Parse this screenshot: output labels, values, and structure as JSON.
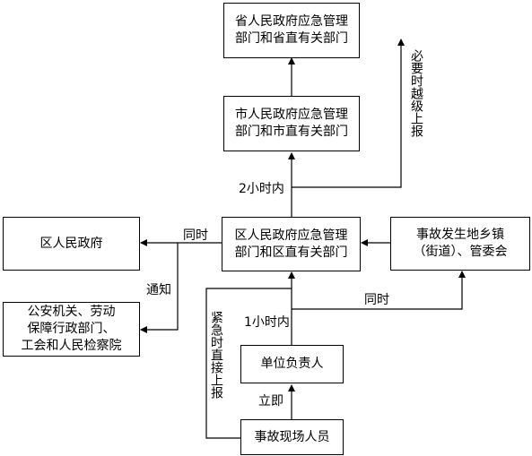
{
  "nodes": {
    "province": [
      "省人民政府应急管理",
      "部门和省直有关部门"
    ],
    "city": [
      "市人民政府应急管理",
      "部门和市直有关部门"
    ],
    "district_emergency": [
      "区人民政府应急管理",
      "部门和区直有关部门"
    ],
    "district_gov": [
      "区人民政府"
    ],
    "town": [
      "事故发生地乡镇",
      "（街道）、管委会"
    ],
    "agencies": [
      "公安机关、劳动",
      "保障行政部门、",
      "工会和人民检察院"
    ],
    "unit_head": [
      "单位负责人"
    ],
    "onsite_staff": [
      "事故现场人员"
    ]
  },
  "labels": {
    "two_hours": "2小时内",
    "bypass_report": "必要时越级上报",
    "simultaneous_left": "同时",
    "notify": "通知",
    "one_hour": "1小时内",
    "simultaneous_right": "同时",
    "emergency_direct": "紧急时直接上报",
    "immediately": "立即"
  }
}
